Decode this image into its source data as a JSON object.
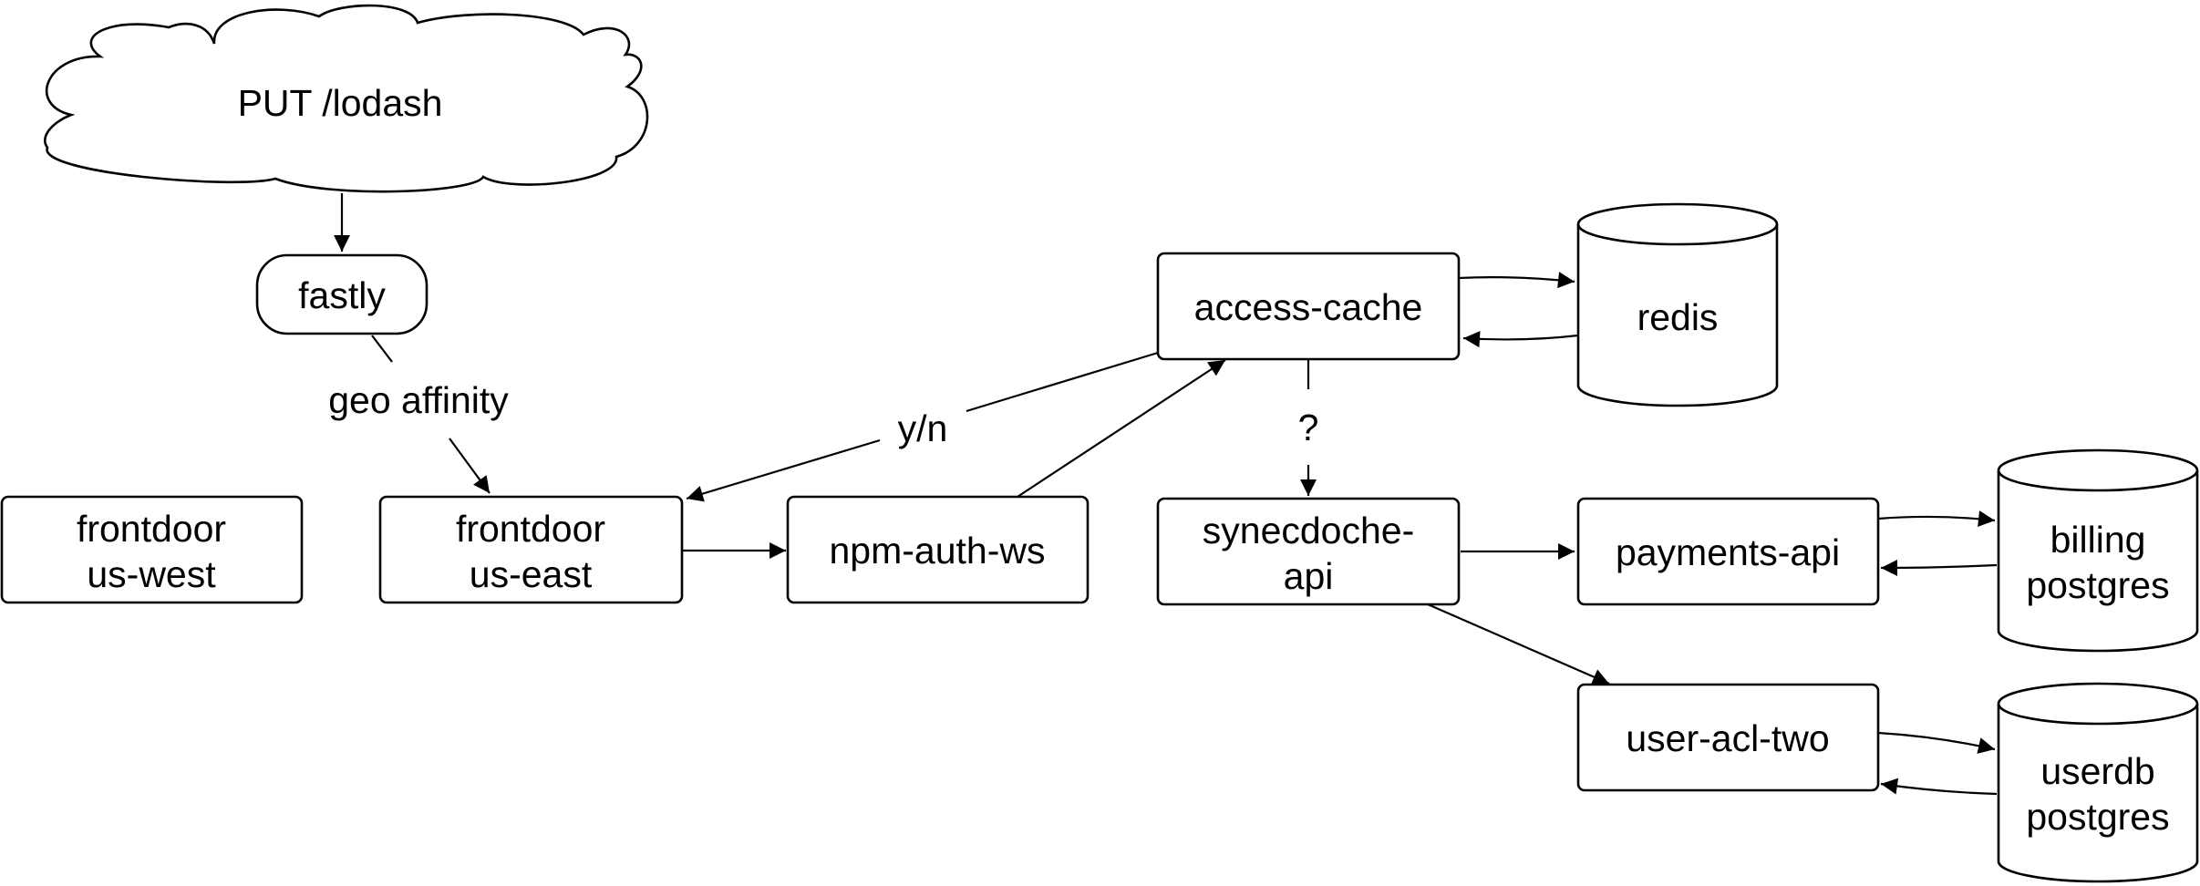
{
  "nodes": {
    "cloud": {
      "text": "PUT /lodash"
    },
    "fastly": {
      "text": "fastly"
    },
    "frontdoor_west": {
      "line1": "frontdoor",
      "line2": "us-west"
    },
    "frontdoor_east": {
      "line1": "frontdoor",
      "line2": "us-east"
    },
    "npm_auth_ws": {
      "text": "npm-auth-ws"
    },
    "access_cache": {
      "text": "access-cache"
    },
    "redis": {
      "text": "redis"
    },
    "synecdoche_api": {
      "line1": "synecdoche-",
      "line2": "api"
    },
    "payments_api": {
      "text": "payments-api"
    },
    "billing_postgres": {
      "line1": "billing",
      "line2": "postgres"
    },
    "user_acl_two": {
      "text": "user-acl-two"
    },
    "userdb_postgres": {
      "line1": "userdb",
      "line2": "postgres"
    }
  },
  "edge_labels": {
    "geo_affinity": "geo affinity",
    "yn": "y/n",
    "question": "?"
  }
}
